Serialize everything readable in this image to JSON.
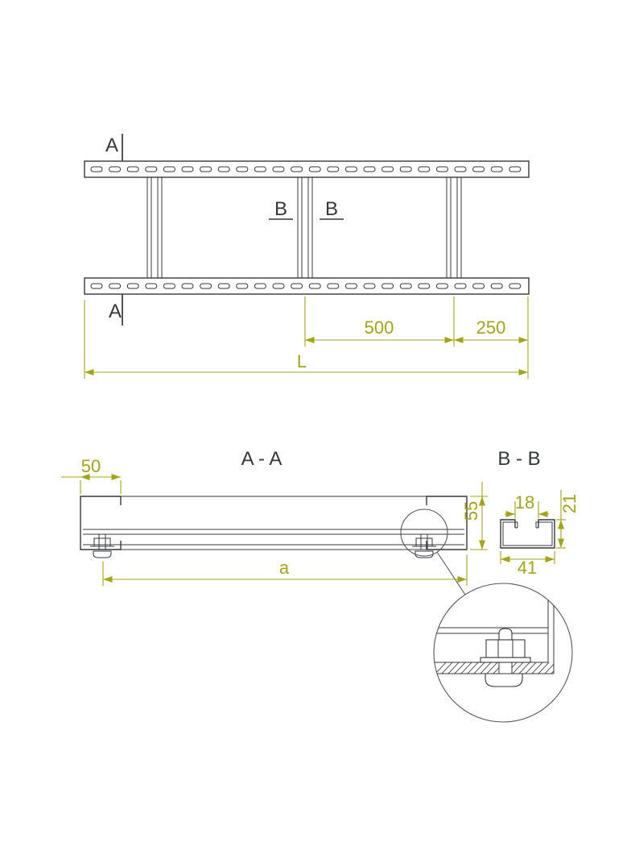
{
  "colors": {
    "dimension_olive": "#a3a41a",
    "drawing_line": "#35383b",
    "callout_line": "#55585c"
  },
  "plan_view": {
    "section_marker_a_top": "A",
    "section_marker_a_bottom": "A",
    "section_marker_b_left": "B",
    "section_marker_b_right": "B",
    "dim_rung_spacing": "500",
    "dim_end_offset": "250",
    "dim_total_length": "L"
  },
  "section_aa": {
    "title": "A - A",
    "dim_flange_width": "50",
    "dim_side_rail_height": "55",
    "dim_inner_width": "a"
  },
  "section_bb": {
    "title": "B - B",
    "dim_slot_opening": "18",
    "dim_rung_height": "21",
    "dim_rung_width": "41"
  }
}
